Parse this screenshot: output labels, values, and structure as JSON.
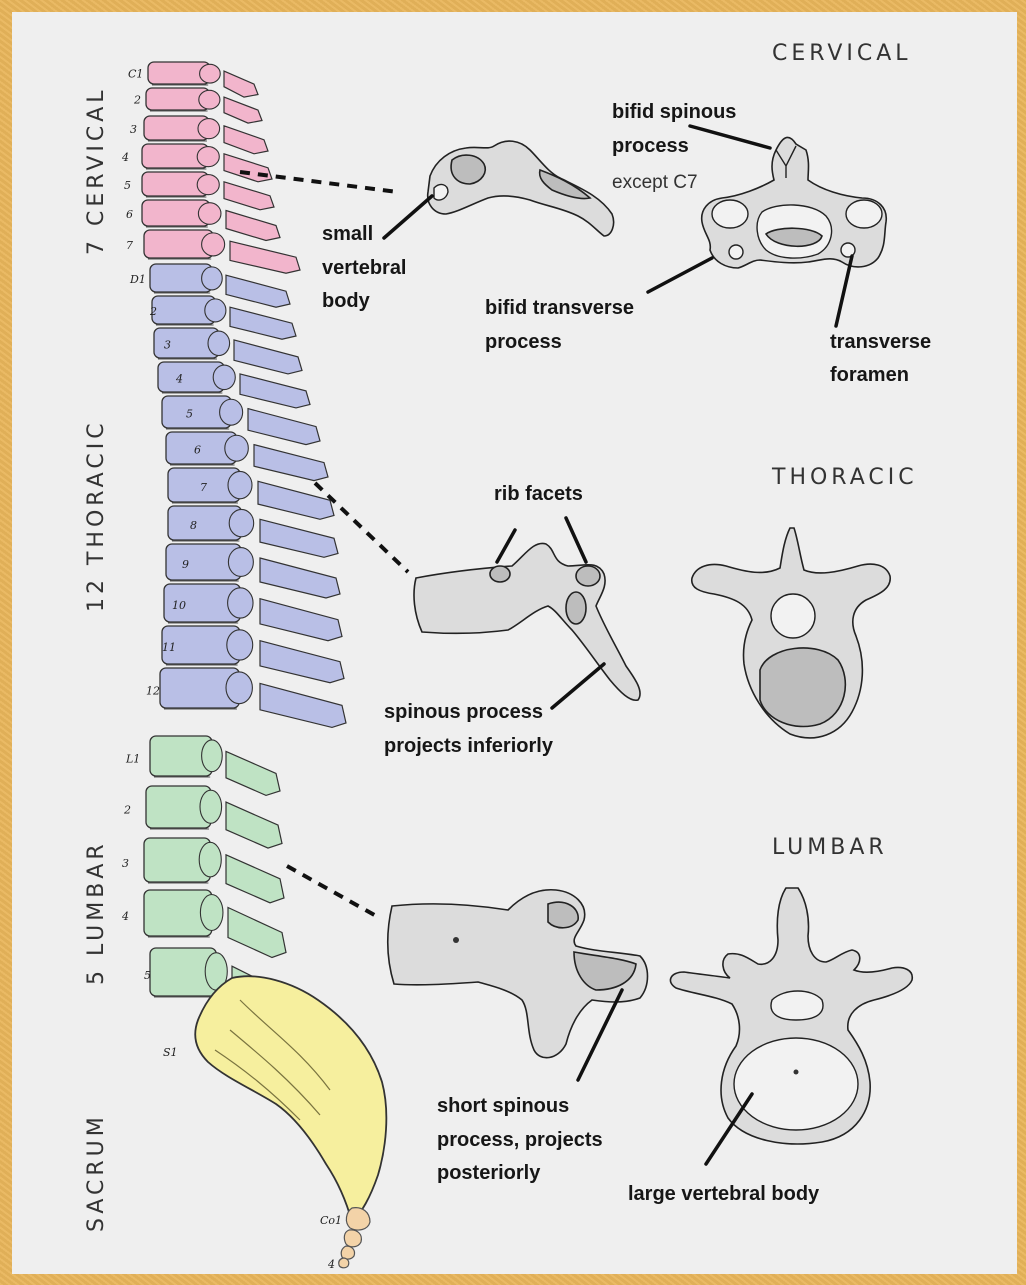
{
  "colors": {
    "cervical": "#f2b5cc",
    "thoracic": "#b9bfe6",
    "lumbar": "#bfe3c4",
    "sacrum": "#f6ef9e",
    "coccyx": "#f3d3a8",
    "frame": "#e9b65b",
    "panel": "#efefef"
  },
  "side_labels": {
    "cervical": "7 CERVICAL",
    "thoracic": "12 THORACIC",
    "lumbar": "5 LUMBAR",
    "sacrum": "SACRUM"
  },
  "regions": {
    "cervical": "CERVICAL",
    "thoracic": "THORACIC",
    "lumbar": "LUMBAR"
  },
  "vertebra_numbers": {
    "cervical": [
      "C1",
      "2",
      "3",
      "4",
      "5",
      "6",
      "7"
    ],
    "thoracic": [
      "D1",
      "2",
      "3",
      "4",
      "5",
      "6",
      "7",
      "8",
      "9",
      "10",
      "11",
      "12"
    ],
    "lumbar": [
      "L1",
      "2",
      "3",
      "4",
      "5"
    ],
    "sacrum": "S1",
    "coccyx_top": "Co1",
    "coccyx_bottom": "4"
  },
  "annotations": {
    "cervical": {
      "small_body": [
        "small",
        "vertebral",
        "body"
      ],
      "bifid_spinous": [
        "bifid spinous",
        "process"
      ],
      "except": "except C7",
      "bifid_transverse": [
        "bifid transverse",
        "process"
      ],
      "transverse_foramen": [
        "transverse",
        "foramen"
      ]
    },
    "thoracic": {
      "rib_facets": "rib facets",
      "spinous": [
        "spinous process",
        "projects inferiorly"
      ]
    },
    "lumbar": {
      "short_spinous": [
        "short spinous",
        "process, projects",
        "posteriorly"
      ],
      "large_body": "large vertebral body"
    }
  }
}
